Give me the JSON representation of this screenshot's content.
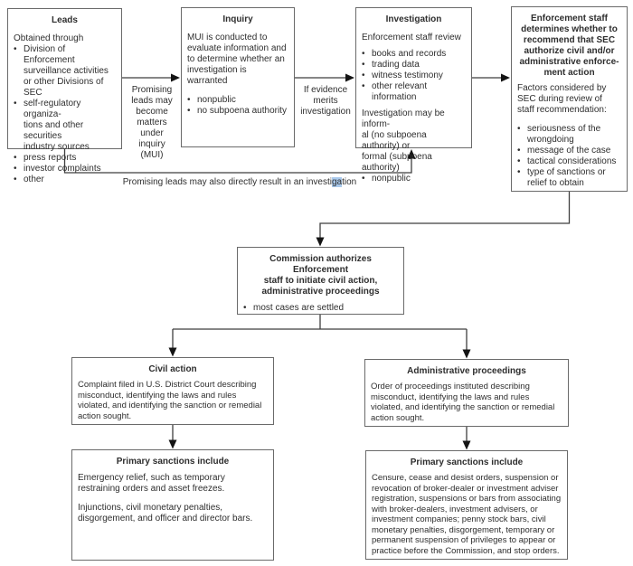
{
  "glyphs": {
    "bullet": "•"
  },
  "colors": {
    "background": "#ffffff",
    "box_border": "#6a6a6a",
    "text": "#2e2e2e",
    "arrow": "#3f3f3f",
    "arrowhead": "#141414",
    "search_highlight": "#a9c9ec"
  },
  "boxes": {
    "leads": {
      "title": "Leads",
      "intro": "Obtained through",
      "bullets": [
        "Division of Enforcement surveillance activities or other Divisions of SEC",
        "self-regulatory organiza-\ntions and other securities\nindustry sources",
        "press reports",
        "investor complaints",
        "other"
      ]
    },
    "inquiry": {
      "title": "Inquiry",
      "body": "MUI is conducted to evaluate information and to determine whether an investigation is warranted",
      "bullets": [
        "nonpublic",
        "no subpoena authority"
      ]
    },
    "investigation": {
      "title": "Investigation",
      "intro": "Enforcement staff review",
      "bullets": [
        "books and records",
        "trading data",
        "witness testimony",
        "other relevant information"
      ],
      "note": "Investigation may be inform-\nal (no subpoena authority) or\nformal (subpoena authority)",
      "note_bullet": "nonpublic"
    },
    "enforcement_staff": {
      "title": "Enforcement staff\ndetermines whether to\nrecommend that SEC\nauthorize civil and/or\nadministrative enforce-\nment action",
      "intro": "Factors considered by SEC during review of staff recommendation:",
      "bullets": [
        "seriousness of the wrongdoing",
        "message of the case",
        "tactical considerations",
        "type of sanctions or relief to obtain"
      ]
    },
    "commission": {
      "title": "Commission authorizes Enforcement\nstaff to initiate civil action,\nadministrative proceedings",
      "bullets": [
        "most cases are settled"
      ]
    },
    "civil_action": {
      "title": "Civil action",
      "body": "Complaint filed in U.S. District Court describing misconduct, identifying the laws and rules violated, and identifying the sanction or remedial action sought."
    },
    "admin_proceedings": {
      "title": "Administrative proceedings",
      "body": "Order of proceedings instituted describing misconduct, identifying the laws and rules violated, and identifying the sanction or remedial action sought."
    },
    "civil_sanctions": {
      "title": "Primary sanctions include",
      "paragraphs": [
        "Emergency relief, such as temporary restraining orders and asset freezes.",
        "Injunctions, civil monetary penalties, disgorgement, and officer and director bars."
      ]
    },
    "admin_sanctions": {
      "title": "Primary sanctions include",
      "body": "Censure, cease and desist orders, suspension or revocation of broker-dealer or investment adviser registration, suspensions or bars from associating with broker-dealers, investment advisers, or investment companies; penny stock bars, civil monetary penalties, disgorgement, temporary or permanent suspension of privileges to appear or practice before the Commission, and stop orders."
    }
  },
  "arrow_labels": {
    "leads_to_inquiry": "Promising leads may become matters under inquiry (MUI)",
    "inquiry_to_investigation": "If evidence merits investigation",
    "leads_to_investigation": {
      "pre": "Promising leads may also directly result in an investi",
      "highlight": "ga",
      "post": "tion"
    }
  }
}
